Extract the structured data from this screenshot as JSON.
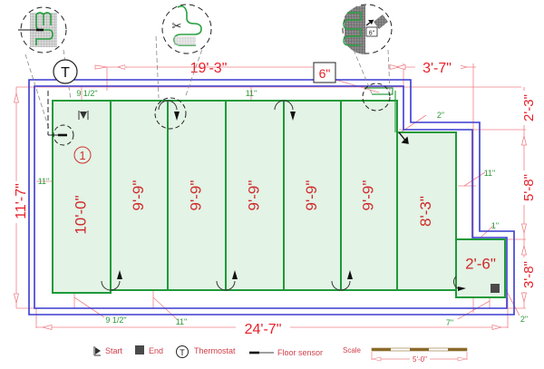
{
  "diagram": {
    "type": "floor heating mat layout plan",
    "colors": {
      "wall": "#3a3ad0",
      "mat_border": "#1e9a3a",
      "mat_fill": "#e3f3e6",
      "dimension": "#e8202a",
      "clearance_label": "#2f9a3a",
      "scale_bar": "#8a6a2a"
    },
    "overall_dimensions": {
      "top_main": "19'-3\"",
      "top_notch": "3'-7\"",
      "bottom": "24'-7\"",
      "left": "11'-7\"",
      "right_upper": "2'-3\"",
      "right_middle": "5'-8\"",
      "right_lower": "3'-8\""
    },
    "clearances": {
      "top_left": "9 1/2\"",
      "top_middle": "11\"",
      "left": "11\"",
      "notch_corner": "2\"",
      "right_middle": "11\"",
      "right_step": "1\"",
      "bottom_left": "9 1/2\"",
      "bottom_middle": "11\"",
      "bottom_right": "7\"",
      "bottom_right_corner": "2\""
    },
    "mats": [
      {
        "label": "10'-0\"",
        "number": "1"
      },
      {
        "label": "9'-9\""
      },
      {
        "label": "9'-9\""
      },
      {
        "label": "9'-9\""
      },
      {
        "label": "9'-9\""
      },
      {
        "label": "9'-9\""
      },
      {
        "label": "8'-3\""
      },
      {
        "label": "2'-6\""
      }
    ],
    "cut_detail_label": "6\"",
    "detail_inset_label": "6\"",
    "thermostat_symbol": "T"
  },
  "legend": {
    "start": "Start",
    "end": "End",
    "thermostat": "Thermostat",
    "thermostat_symbol": "T",
    "floor_sensor": "Floor sensor",
    "scale_label": "Scale",
    "scale_length": "5'-0\""
  }
}
